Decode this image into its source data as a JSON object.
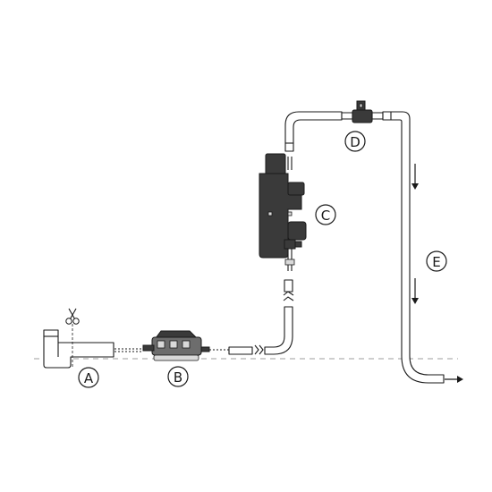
{
  "labels": {
    "a": "A",
    "b": "B",
    "c": "C",
    "d": "D",
    "e": "E"
  },
  "icons": {
    "cut": "scissors-icon",
    "flow": "arrow-icon"
  },
  "colors": {
    "line": "#1a1a1a",
    "pump_body": "#3a3a3a",
    "floor_line": "#b0b0b0",
    "background": "#ffffff"
  }
}
